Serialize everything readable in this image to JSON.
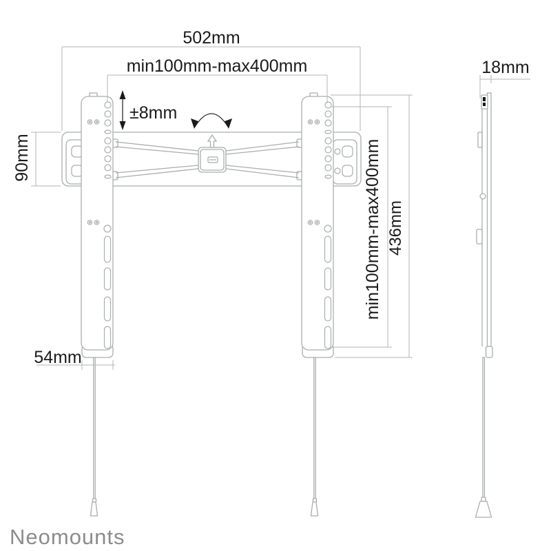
{
  "meta": {
    "description": "Technical dimension drawing of a fixed flat-screen TV wall mount, front view and side view"
  },
  "dimensions": {
    "total_width": "502mm",
    "vesa_width_range": "min100mm-max400mm",
    "height_adjustment": "±8mm",
    "wall_plate_height": "90mm",
    "vesa_height_range": "min100mm-max400mm",
    "bracket_height": "436mm",
    "bracket_width": "54mm",
    "mount_depth": "18mm"
  },
  "logo": {
    "brand": "Neomounts"
  },
  "colors": {
    "line": "#a9adad",
    "dimension_line": "#b2b6b6",
    "text": "#1a1a1a",
    "logo": "#8c8c8c",
    "background": "#ffffff"
  }
}
